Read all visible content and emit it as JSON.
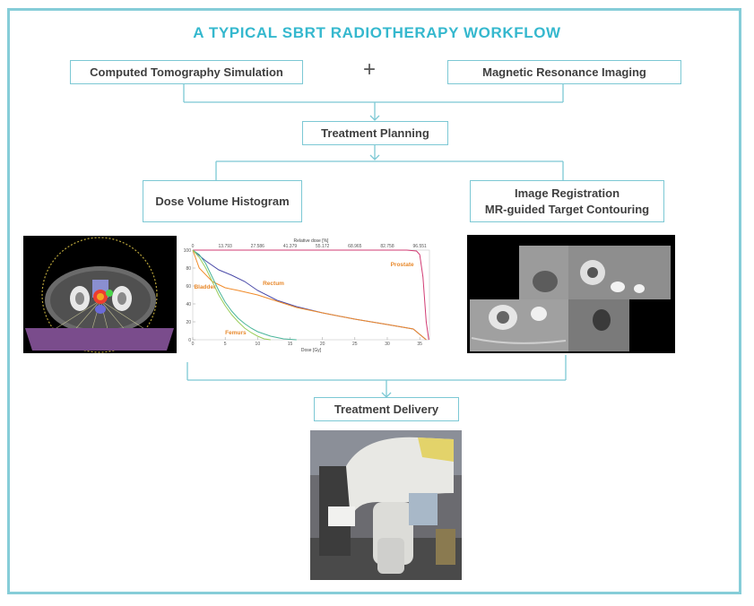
{
  "title": "A TYPICAL SBRT RADIOTHERAPY WORKFLOW",
  "plus_sign": "+",
  "boxes": {
    "ct": "Computed Tomography Simulation",
    "mri": "Magnetic Resonance Imaging",
    "planning": "Treatment Planning",
    "dvh": "Dose Volume Histogram",
    "registration_line1": "Image Registration",
    "registration_line2": "MR-guided Target Contouring",
    "delivery": "Treatment Delivery"
  },
  "colors": {
    "title": "#35b8ce",
    "frame": "#86cdd8",
    "box_border": "#7cc8d4",
    "connector": "#7cc8d4",
    "structure_label": "#e8882a"
  },
  "chart_data": {
    "type": "line",
    "xlabel": "Dose [Gy]",
    "x2label": "Relative dose [%]",
    "x_ticks": [
      "0",
      "5",
      "10",
      "15",
      "20",
      "25",
      "30",
      "35"
    ],
    "x2_ticks": [
      "0",
      "13.793",
      "27.586",
      "41.379",
      "55.172",
      "68.965",
      "82.758",
      "96.551"
    ],
    "y_ticks": [
      "0",
      "20",
      "40",
      "60",
      "80",
      "100"
    ],
    "xlim": [
      0,
      36.5
    ],
    "ylim": [
      0,
      100
    ],
    "series": [
      {
        "name": "Prostate",
        "color": "#d13b73",
        "x": [
          0,
          33,
          34.5,
          35,
          35.5,
          36,
          36.4
        ],
        "y": [
          100,
          100,
          99,
          95,
          70,
          20,
          0
        ]
      },
      {
        "name": "Rectum",
        "color": "#4a4aa8",
        "x": [
          0,
          2,
          4,
          6,
          8,
          10,
          13,
          16,
          20,
          25,
          30,
          34,
          36
        ],
        "y": [
          100,
          88,
          78,
          72,
          65,
          55,
          44,
          37,
          30,
          23,
          17,
          12,
          0
        ]
      },
      {
        "name": "Bladder",
        "color": "#f08a28",
        "x": [
          0,
          1,
          3,
          5,
          7,
          10,
          13,
          16,
          20,
          25,
          30,
          34,
          36
        ],
        "y": [
          100,
          80,
          65,
          58,
          55,
          50,
          43,
          36,
          30,
          23,
          17,
          12,
          0
        ]
      },
      {
        "name": "Femurs",
        "color": "#4ab59a",
        "x": [
          0,
          1,
          2,
          3,
          4,
          5,
          6,
          7,
          8,
          9,
          10,
          12,
          14,
          16
        ],
        "y": [
          100,
          95,
          85,
          70,
          55,
          42,
          32,
          24,
          18,
          13,
          9,
          4,
          1,
          0
        ]
      },
      {
        "color": "#9acd5a",
        "x": [
          0,
          1,
          2,
          3,
          4,
          5,
          6,
          7,
          8,
          9,
          10,
          11,
          12
        ],
        "y": [
          100,
          92,
          80,
          65,
          50,
          38,
          28,
          20,
          13,
          8,
          4,
          1,
          0
        ]
      }
    ],
    "labels": [
      "Prostate",
      "Rectum",
      "Bladder",
      "Femurs"
    ]
  }
}
